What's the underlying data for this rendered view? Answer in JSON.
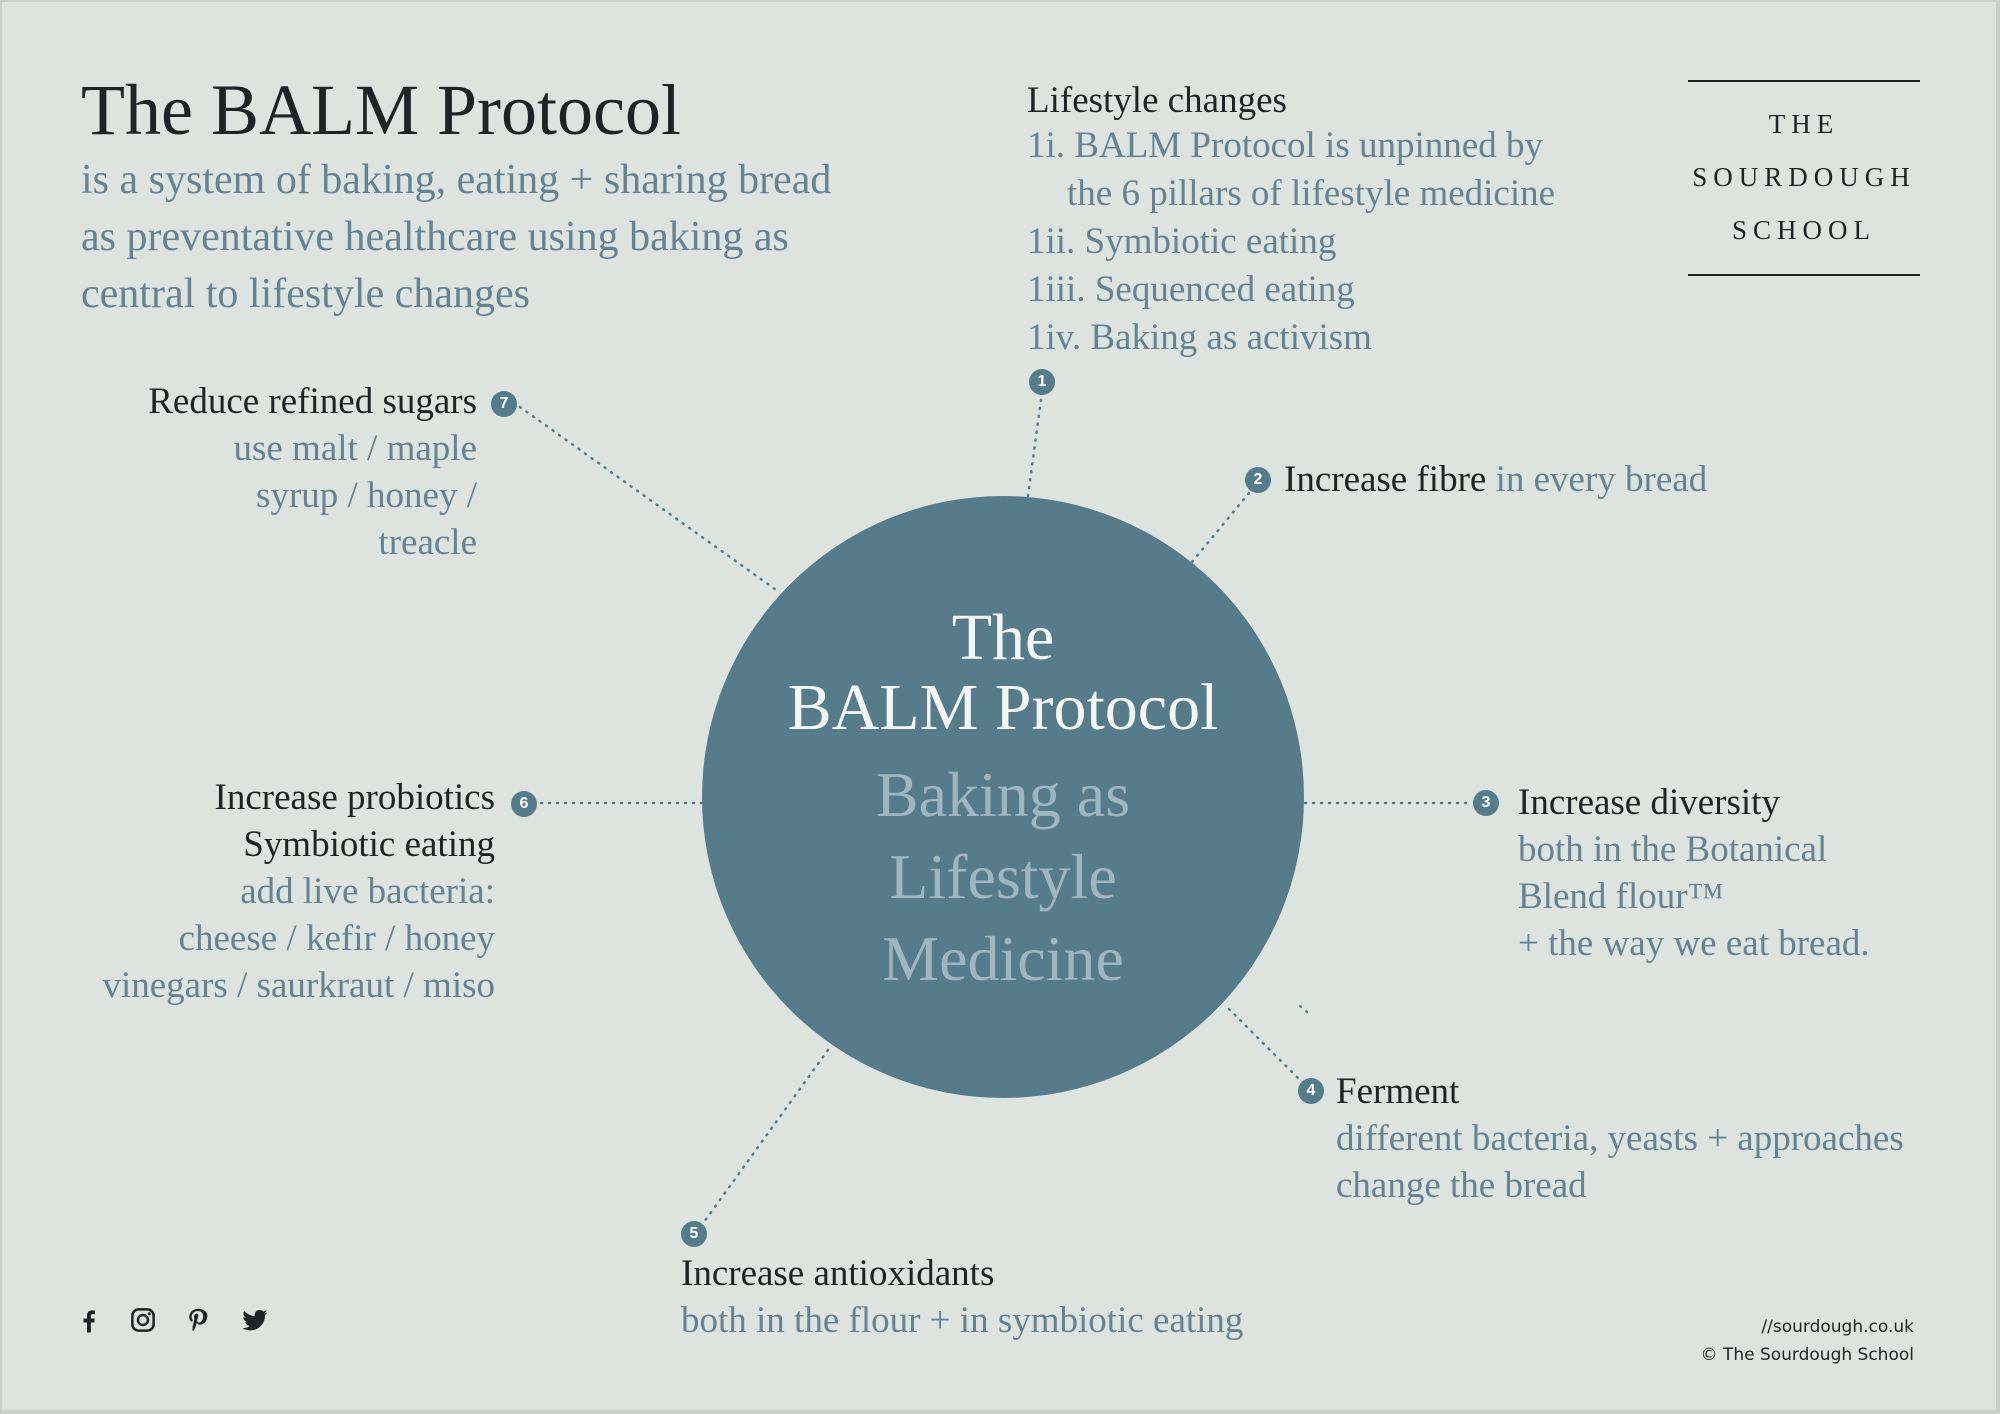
{
  "title": "The BALM Protocol",
  "subtitle": "is a system of baking, eating + sharing bread as preventative healthcare using baking as central to lifestyle changes",
  "logo": {
    "line1": "THE",
    "line2": "SOURDOUGH",
    "line3": "SCHOOL"
  },
  "center": {
    "title_line1": "The",
    "title_line2": "BALM Protocol",
    "sub_line1": "Baking as",
    "sub_line2": "Lifestyle",
    "sub_line3": "Medicine"
  },
  "pillars": {
    "p1": {
      "number": "1",
      "heading": "Lifestyle changes",
      "items": [
        "1i. BALM Protocol is unpinned by",
        "the 6 pillars of lifestyle medicine",
        "1ii. Symbiotic eating",
        "1iii. Sequenced eating",
        "1iv. Baking as activism"
      ]
    },
    "p2": {
      "number": "2",
      "heading": "Increase fibre",
      "detail": "in every bread"
    },
    "p3": {
      "number": "3",
      "heading": "Increase diversity",
      "detail_lines": [
        "both in the Botanical",
        "Blend flour™",
        "+ the way we eat bread."
      ]
    },
    "p4": {
      "number": "4",
      "heading": "Ferment",
      "detail_lines": [
        "different bacteria, yeasts + approaches",
        "change the bread"
      ]
    },
    "p5": {
      "number": "5",
      "heading": "Increase antioxidants",
      "detail": "both in the flour + in symbiotic eating"
    },
    "p6": {
      "number": "6",
      "heading": "Increase probiotics",
      "heading2": "Symbiotic eating",
      "detail_lines": [
        "add live bacteria:",
        "cheese / kefir / honey",
        "vinegars / saurkraut / miso"
      ]
    },
    "p7": {
      "number": "7",
      "heading": "Reduce refined sugars",
      "detail_lines": [
        "use malt / maple",
        "syrup / honey /",
        "treacle"
      ]
    }
  },
  "footer": {
    "url": "//sourdough.co.uk",
    "copyright": "© The Sourdough School"
  },
  "social": [
    "facebook-icon",
    "instagram-icon",
    "pinterest-icon",
    "twitter-icon"
  ],
  "colors": {
    "background": "#dde3df",
    "circle": "#567b8b",
    "accent_text": "#678393",
    "dark_text": "#1e2326"
  }
}
